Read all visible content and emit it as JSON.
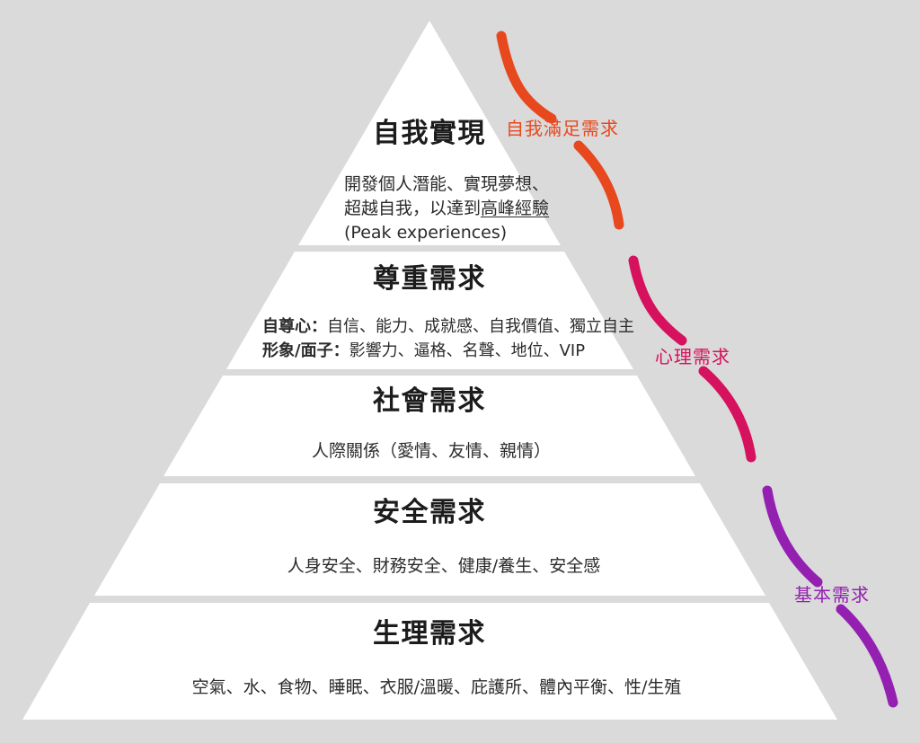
{
  "canvas": {
    "background": "#DADADA",
    "pyramid_fill": "#FFFFFF"
  },
  "levels": [
    {
      "name": "self-actualization",
      "title": "自我實現",
      "desc_line1": "開發個人潛能、實現夢想、",
      "desc_line2_pre": "超越自我，以達到",
      "desc_line2_underline": "高峰經驗",
      "desc_line3": "(Peak experiences)"
    },
    {
      "name": "esteem",
      "title": "尊重需求",
      "line1_bold": "自尊心：",
      "line1_text": "自信、能力、成就感、自我價值、獨立自主",
      "line2_bold": "形象/面子：",
      "line2_text": "影響力、逼格、名聲、地位、VIP"
    },
    {
      "name": "social",
      "title": "社會需求",
      "desc": "人際關係（愛情、友情、親情）"
    },
    {
      "name": "safety",
      "title": "安全需求",
      "desc": "人身安全、財務安全、健康/養生、安全感"
    },
    {
      "name": "physiological",
      "title": "生理需求",
      "desc": "空氣、水、食物、睡眠、衣服/溫暖、庇護所、體內平衡、性/生殖"
    }
  ],
  "brackets": [
    {
      "name": "self-fulfillment-needs",
      "label": "自我滿足需求",
      "color": "#E8481E"
    },
    {
      "name": "psychological-needs",
      "label": "心理需求",
      "color": "#D6115D"
    },
    {
      "name": "basic-needs",
      "label": "基本需求",
      "color": "#9420B2"
    }
  ]
}
